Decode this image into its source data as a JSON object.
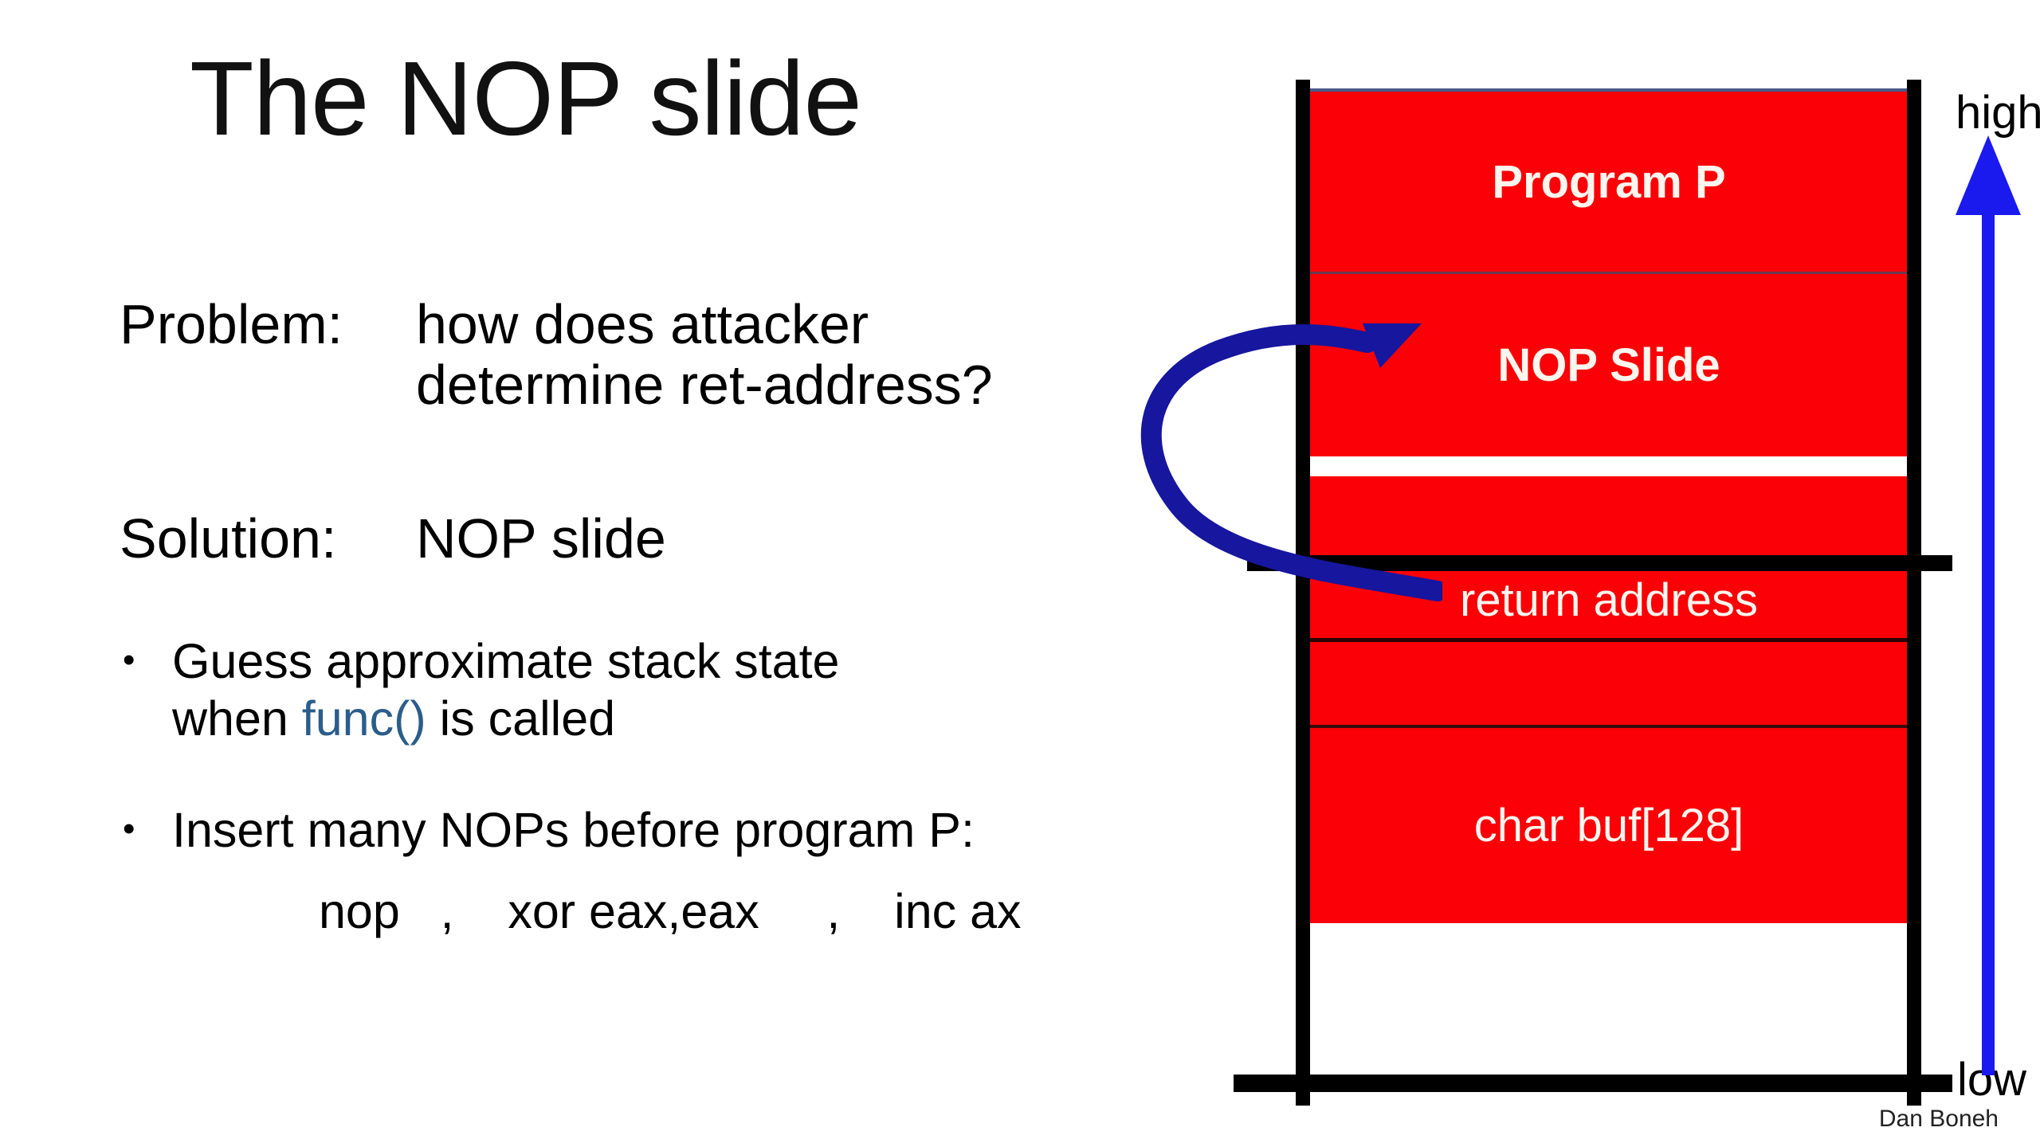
{
  "slide": {
    "title": "The NOP slide",
    "credit": "Dan Boneh"
  },
  "content": {
    "problem": {
      "label": "Problem:",
      "line1": "how does attacker",
      "line2": "determine ret-address?"
    },
    "solution": {
      "label": "Solution:",
      "text": "NOP slide"
    },
    "bullets": [
      {
        "marker": "•",
        "line1": "Guess approximate stack state",
        "line2_pre": "when ",
        "line2_code": "func()",
        "line2_post": " is called"
      },
      {
        "marker": "•",
        "line1": "Insert many NOPs before program P:"
      }
    ],
    "asm_line": "nop   ,    xor eax,eax     ,    inc ax"
  },
  "diagram": {
    "segments": [
      {
        "name": "program-p",
        "label": "Program P"
      },
      {
        "name": "nop-slide",
        "label": "NOP Slide"
      },
      {
        "name": "gap-1",
        "label": ""
      },
      {
        "name": "return-address",
        "label": "return address"
      },
      {
        "name": "gap-2",
        "label": ""
      },
      {
        "name": "char-buf",
        "label": "char buf[128]"
      }
    ],
    "axis": {
      "high_label": "high",
      "low_label": "low"
    }
  },
  "colors": {
    "stack_fill": "#fb0007",
    "stack_text": "#fdf6ee",
    "structure": "#000000",
    "axis_arrow": "#1a1aee",
    "attack_arrow": "#16169e",
    "code_accent": "#2b5d8a"
  }
}
